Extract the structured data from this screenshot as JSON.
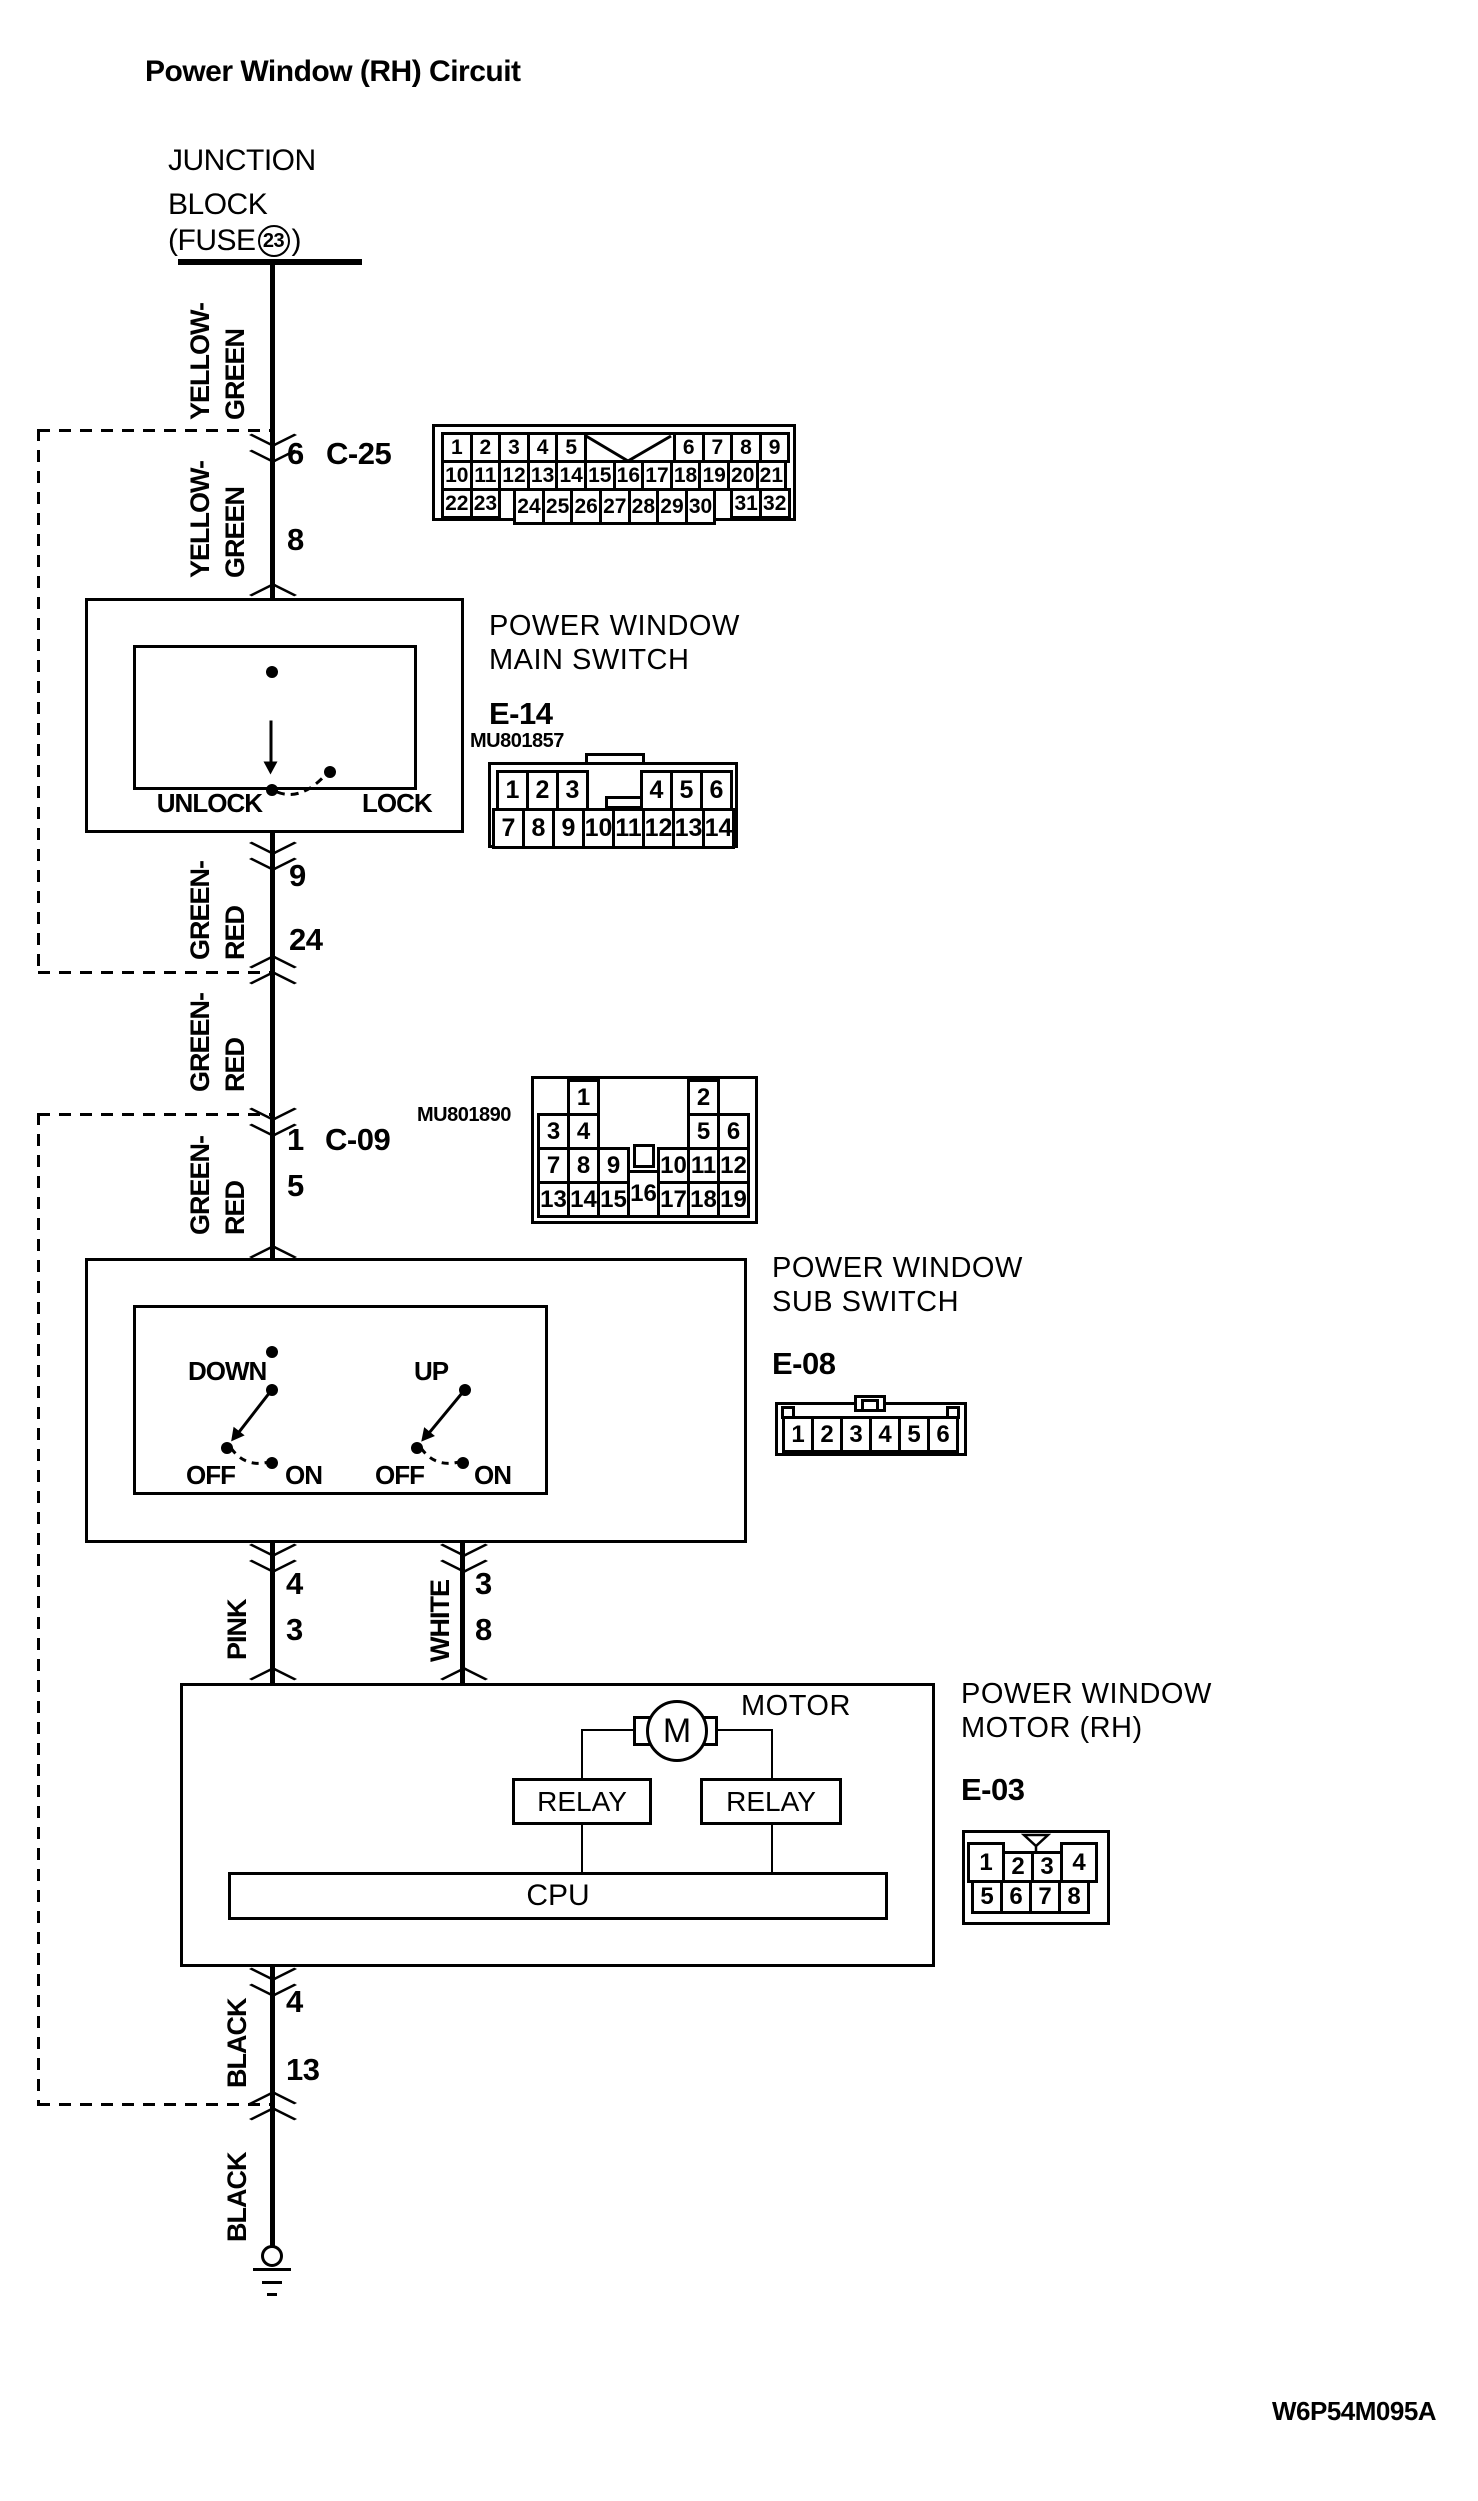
{
  "title": "Power Window (RH) Circuit",
  "doc_code": "W6P54M095A",
  "junction_block": {
    "line1": "JUNCTION",
    "line2": "BLOCK",
    "fuse_open": "(FUSE",
    "fuse_num": "23",
    "fuse_close": ")"
  },
  "wire_colors": {
    "yellow_green": {
      "l1": "YELLOW-",
      "l2": "GREEN"
    },
    "green_red": {
      "l1": "GREEN-",
      "l2": "RED"
    },
    "pink": "PINK",
    "white": "WHITE",
    "black": "BLACK"
  },
  "wire_pins": {
    "c25_in": "6",
    "c25_out": "8",
    "ms_out1": "9",
    "ms_out2": "24",
    "c09_in": "1",
    "c09_out": "5",
    "pink_in": "4",
    "pink_out": "3",
    "white_in": "3",
    "white_out": "8",
    "black_in": "4",
    "black_out": "13"
  },
  "connectors": {
    "c25": {
      "name": "C-25",
      "row1_left": [
        "1",
        "2",
        "3",
        "4",
        "5"
      ],
      "row1_right": [
        "6",
        "7",
        "8",
        "9"
      ],
      "row2": [
        "10",
        "11",
        "12",
        "13",
        "14",
        "15",
        "16",
        "17",
        "18",
        "19",
        "20",
        "21"
      ],
      "row3_left": [
        "22",
        "23"
      ],
      "row3_mid": [
        "24",
        "25",
        "26",
        "27",
        "28",
        "29",
        "30"
      ],
      "row3_right": [
        "31",
        "32"
      ]
    },
    "e14": {
      "code": "E-14",
      "part": "MU801857",
      "row1_left": [
        "1",
        "2",
        "3"
      ],
      "row1_right": [
        "4",
        "5",
        "6"
      ],
      "row2": [
        "7",
        "8",
        "9",
        "10",
        "11",
        "12",
        "13",
        "14"
      ]
    },
    "c09": {
      "name": "C-09",
      "part": "MU801890",
      "pins": [
        "1",
        "2",
        "3",
        "4",
        "5",
        "6",
        "7",
        "8",
        "9",
        "10",
        "11",
        "12",
        "13",
        "14",
        "15",
        "16",
        "17",
        "18",
        "19"
      ]
    },
    "e08": {
      "code": "E-08",
      "pins": [
        "1",
        "2",
        "3",
        "4",
        "5",
        "6"
      ]
    },
    "e03": {
      "code": "E-03",
      "row1": [
        "1",
        "2",
        "3",
        "4"
      ],
      "row2": [
        "5",
        "6",
        "7",
        "8"
      ]
    }
  },
  "components": {
    "main_switch": {
      "title1": "POWER WINDOW",
      "title2": "MAIN SWITCH",
      "unlock": "UNLOCK",
      "lock": "LOCK"
    },
    "sub_switch": {
      "title1": "POWER WINDOW",
      "title2": "SUB SWITCH",
      "down": "DOWN",
      "up": "UP",
      "off": "OFF",
      "on": "ON"
    },
    "motor": {
      "title1": "POWER WINDOW",
      "title2": "MOTOR (RH)",
      "motor_label": "MOTOR",
      "m": "M",
      "relay": "RELAY",
      "cpu": "CPU"
    }
  }
}
